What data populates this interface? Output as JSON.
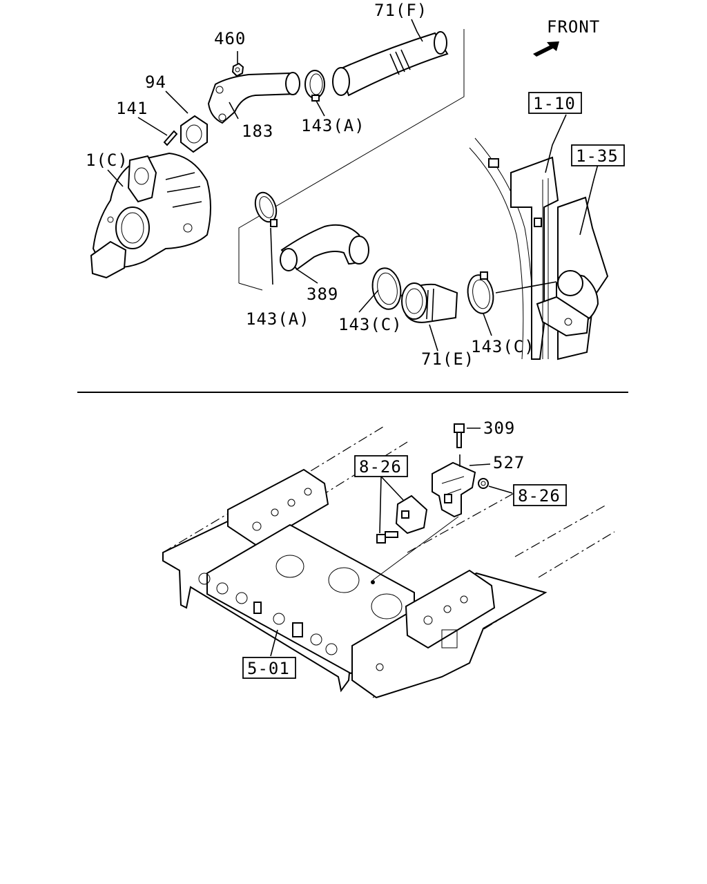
{
  "front_label": "FRONT",
  "callouts": {
    "c71f": "71(F)",
    "c460": "460",
    "c94": "94",
    "c141": "141",
    "c1c": "1(C)",
    "c183": "183",
    "c143a_top": "143(A)",
    "c110": "1-10",
    "c135": "1-35",
    "c389": "389",
    "c143a_bot": "143(A)",
    "c143c_a": "143(C)",
    "c143c_b": "143(C)",
    "c71e": "71(E)",
    "c309": "309",
    "c527": "527",
    "c826_a": "8-26",
    "c826_b": "8-26",
    "c501": "5-01"
  },
  "icons": {
    "front_arrow": "arrow-northeast"
  }
}
